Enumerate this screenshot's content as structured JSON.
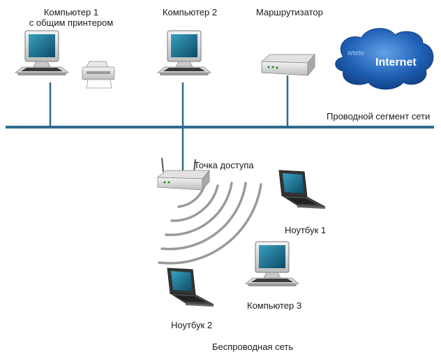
{
  "labels": {
    "computer1_line1": "Компьютер 1",
    "computer1_line2": "с общим принтером",
    "computer2": "Компьютер 2",
    "router": "Маршрутизатор",
    "wired_segment": "Проводной сегмент сети",
    "access_point": "Точка доступа",
    "laptop1": "Ноутбук 1",
    "laptop2": "Ноутбук 2",
    "computer3": "Компьютер 3",
    "wireless_network": "Беспроводная сеть"
  },
  "cloud": {
    "www": "www",
    "internet": "Internet"
  },
  "colors": {
    "network_line": "#2e6b8f",
    "cloud": "#1f5fb3",
    "monitor_screen": "#1c6f8c",
    "device_body": "#dcdcdc"
  }
}
